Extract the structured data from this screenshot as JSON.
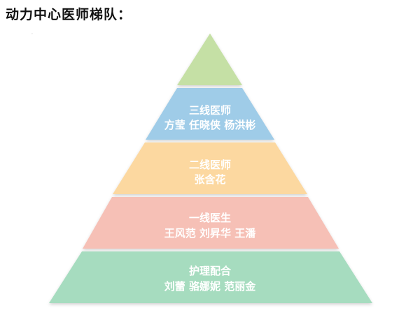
{
  "header": {
    "title": "动力中心医师梯队："
  },
  "pyramid": {
    "tiers": [
      {
        "role": "",
        "names": "",
        "color": "#c5e0a5"
      },
      {
        "role": "三线医师",
        "names": "方莹 任晓侠 杨洪彬",
        "color": "#9fcce8"
      },
      {
        "role": "二线医师",
        "names": "张含花",
        "color": "#fcd8a0"
      },
      {
        "role": "一线医生",
        "names": "王风范 刘昇华 王潘",
        "color": "#f6c0b6"
      },
      {
        "role": "护理配合",
        "names": "刘蕾 骆娜妮 范丽金",
        "color": "#a6dcbf"
      }
    ]
  }
}
